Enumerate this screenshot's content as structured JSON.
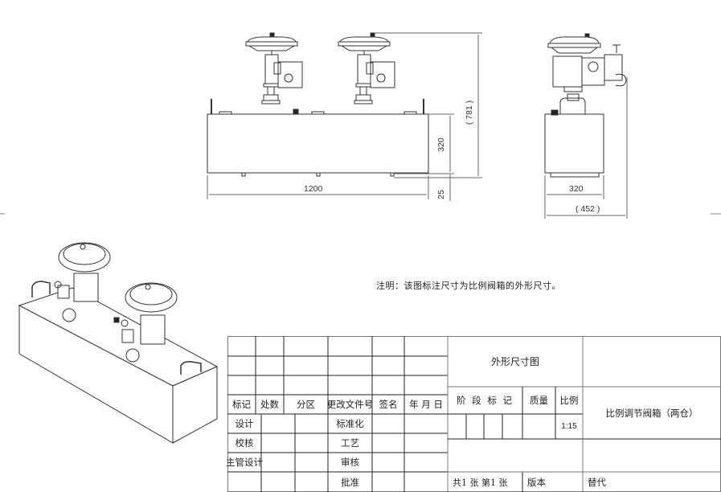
{
  "drawing": {
    "note": "注明：该图标注尺寸为比例阀箱的外形尺寸。",
    "front_view": {
      "dims": {
        "width": "1200",
        "box_height": "320",
        "overall_height": "( 781 )",
        "foot_height": "25"
      }
    },
    "side_view": {
      "dims": {
        "box_width": "320",
        "overall_width": "( 452 )"
      }
    },
    "iso_view": {
      "label": "isometric view of two-compartment proportional valve box"
    }
  },
  "title_block": {
    "revision_headers": [
      "标记",
      "处数",
      "分区",
      "更改文件号",
      "签名",
      "年 月 日"
    ],
    "sign_rows": {
      "left": [
        "设计",
        "校核",
        "主管设计",
        ""
      ],
      "middle": [
        "标准化",
        "工艺",
        "审核",
        "批准"
      ]
    },
    "drawing_type": "外形尺寸图",
    "stage_label": "阶 段 标 记",
    "mass_label": "质量",
    "scale_label": "比例",
    "scale_value": "1:15",
    "product_name": "比例调节阀箱（两仓）",
    "sheet_info": "共1 张  第1 张",
    "version_label": "版本",
    "replace_label": "替代"
  }
}
